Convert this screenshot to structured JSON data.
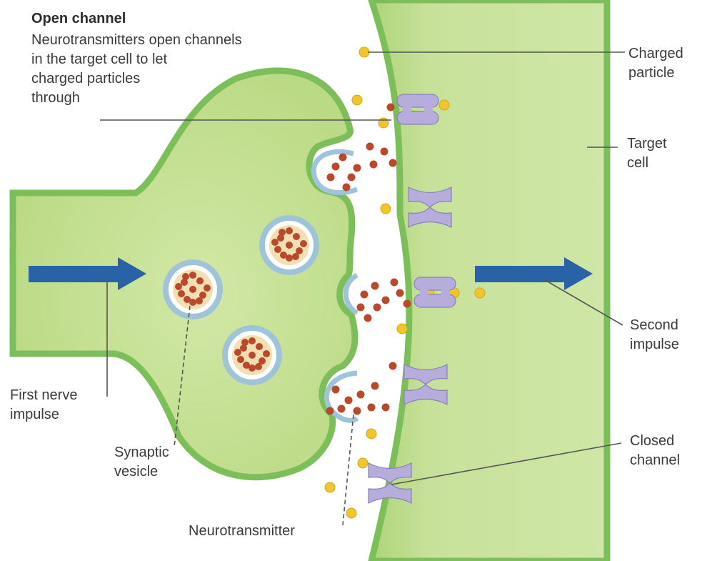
{
  "open_channel": {
    "title": "Open channel",
    "lines": [
      "Neurotransmitters open channels",
      "in the target cell to let",
      "charged particles",
      "through"
    ]
  },
  "labels": {
    "charged_particle": [
      "Charged",
      "particle"
    ],
    "target_cell": [
      "Target",
      "cell"
    ],
    "second_impulse": [
      "Second",
      "impulse"
    ],
    "closed_channel": [
      "Closed",
      "channel"
    ],
    "first_nerve_impulse": [
      "First nerve",
      "impulse"
    ],
    "synaptic_vesicle": [
      "Synaptic",
      "vesicle"
    ],
    "neurotransmitter": "Neurotransmitter"
  },
  "colors": {
    "cell_fill": "#c9e29a",
    "cell_fill_light": "#e3f0c4",
    "membrane": "#7cbf5a",
    "arrow": "#2a62a8",
    "vesicle_ring": "#9fc4da",
    "vesicle_fill": "#f2dfb2",
    "neurotransmitter": "#b9492a",
    "particle": "#f0c52d",
    "channel": "#b6addc",
    "leader": "#555555"
  }
}
